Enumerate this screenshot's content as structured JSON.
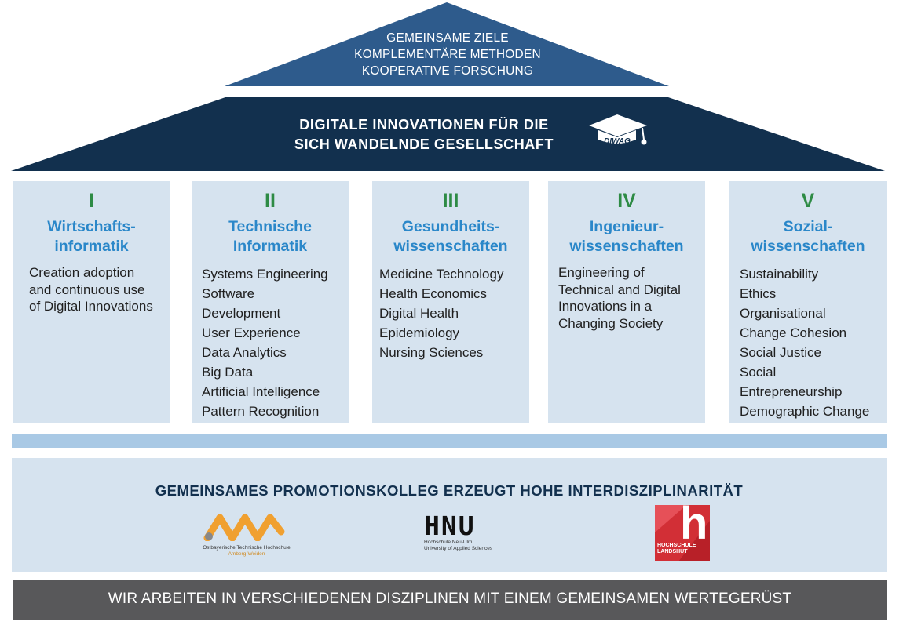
{
  "roof": {
    "goals": [
      "GEMEINSAME ZIELE",
      "KOMPLEMENTÄRE METHODEN",
      "KOOPERATIVE FORSCHUNG"
    ],
    "main_lines": [
      "DIGITALE INNOVATIONEN FÜR DIE",
      "SICH WANDELNDE GESELLSCHAFT"
    ],
    "badge_text": "DIWAG"
  },
  "pillars": [
    {
      "roman": "I",
      "title_lines": [
        "Wirtschafts-",
        "informatik"
      ],
      "description": [
        "Creation adoption",
        "and continuous use",
        "of Digital Innovations"
      ]
    },
    {
      "roman": "II",
      "title_lines": [
        "Technische",
        "Informatik"
      ],
      "items": [
        "Systems Engineering",
        "Software",
        "Development",
        "User Experience",
        "Data Analytics",
        "Big Data",
        "Artificial Intelligence",
        "Pattern Recognition"
      ]
    },
    {
      "roman": "III",
      "title_lines": [
        "Gesundheits-",
        "wissenschaften"
      ],
      "items": [
        "Medicine Technology",
        "Health Economics",
        "Digital Health",
        "Epidemiology",
        "Nursing Sciences"
      ]
    },
    {
      "roman": "IV",
      "title_lines": [
        "Ingenieur-",
        "wissenschaften"
      ],
      "description": [
        "Engineering of",
        "Technical and Digital",
        "Innovations in a",
        "Changing Society"
      ]
    },
    {
      "roman": "V",
      "title_lines": [
        "Sozial-",
        "wissenschaften"
      ],
      "items": [
        "Sustainability",
        "Ethics",
        "Organisational",
        "Change Cohesion",
        "Social Justice",
        "Social",
        "Entrepreneurship",
        "Demographic Change"
      ]
    }
  ],
  "base": {
    "title": "GEMEINSAMES PROMOTIONSKOLLEG ERZEUGT HOHE INTERDISZIPLINARITÄT",
    "logos": {
      "oth": {
        "caption_lines": [
          "Ostbayerische Technische Hochschule",
          "Amberg-Weiden"
        ]
      },
      "hnu": {
        "wordmark": "HNU",
        "caption_lines": [
          "Hochschule Neu-Ulm",
          "University of Applied Sciences"
        ]
      },
      "landshut": {
        "letter": "h",
        "caption_lines": [
          "HOCHSCHULE",
          "LANDSHUT"
        ]
      }
    }
  },
  "footer": {
    "text": "WIR ARBEITEN IN VERSCHIEDENEN DISZIPLINEN MIT EINEM GEMEINSAMEN WERTEGERÜST"
  },
  "colors": {
    "roof_top": "#2e5b8c",
    "roof_main": "#12304e",
    "pillar_bg": "#d6e3ef",
    "roman": "#2e8b45",
    "pillar_title": "#2a87c9",
    "foundation_bar": "#a9c9e5",
    "footer_bg": "#58585a",
    "oth_orange": "#f0a030",
    "landshut_red": "#d22f36"
  }
}
